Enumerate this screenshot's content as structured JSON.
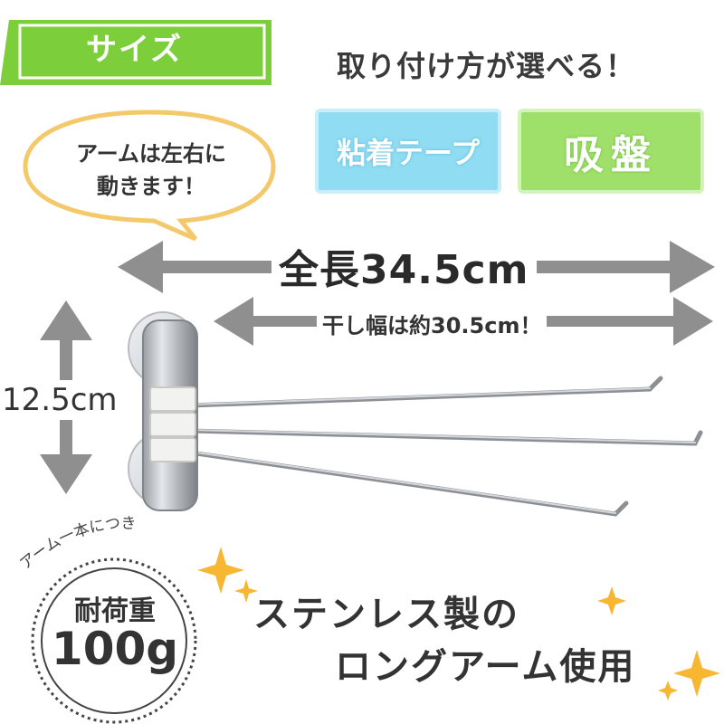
{
  "banner": {
    "label": "サイズ",
    "color": "#7ccf3a"
  },
  "heading": "取り付け方が選べる！",
  "mount_options": [
    {
      "label": "粘着テープ",
      "color": "#8fdcf3"
    },
    {
      "label": "吸盤",
      "color": "#9fe06a"
    }
  ],
  "bubble": {
    "line1": "アームは左右に",
    "line2": "動きます！",
    "border_color": "#f3c96b"
  },
  "dimensions": {
    "total_length": "全長34.5cm",
    "dry_width": "干し幅は約30.5cm！",
    "height": "12.5cm"
  },
  "load": {
    "per_arm": "アーム一本につき",
    "label": "耐荷重",
    "value": "100g"
  },
  "features": {
    "line1": "ステンレス製の",
    "line2": "ロングアーム使用"
  },
  "decor": {
    "sparkle_color": "#f7b733",
    "arrow_color": "#8f8f8f"
  }
}
